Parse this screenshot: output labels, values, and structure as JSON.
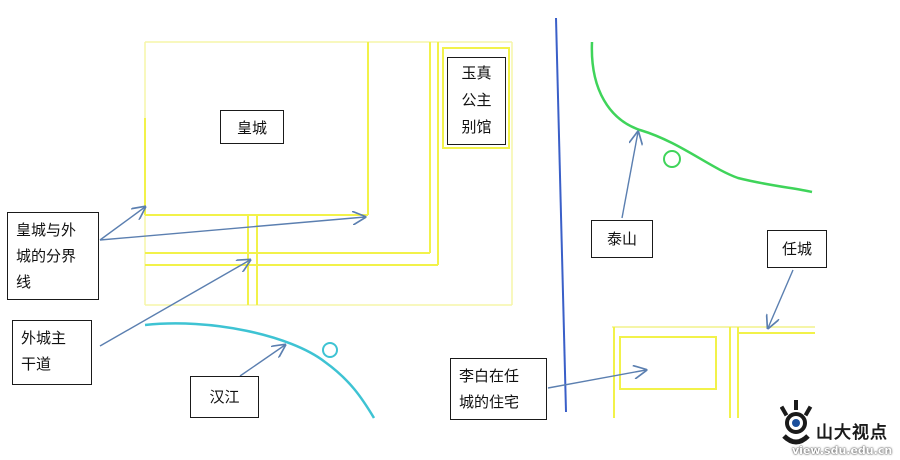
{
  "labels": {
    "imperial_city": "皇城",
    "princess_villa": [
      "玉真",
      "公主",
      "别馆"
    ],
    "boundary": [
      "皇城与外",
      "城的分界",
      "线"
    ],
    "main_road": [
      "外城主",
      "干道"
    ],
    "han_river": "汉江",
    "mount_tai": "泰山",
    "ren_city": "任城",
    "libai_residence": [
      "李白在任",
      "城的住宅"
    ]
  },
  "watermark": {
    "name": "山大视点",
    "url": "view.sdu.edu.cn"
  },
  "colors": {
    "wall": "#f2f24a",
    "wall_faint": "#f5f5a8",
    "arrow": "#5b7fb0",
    "river": "#3ec3d3",
    "mountain": "#3fd45a",
    "divider": "#3a5fc8",
    "box_border": "#1a1a1a"
  }
}
